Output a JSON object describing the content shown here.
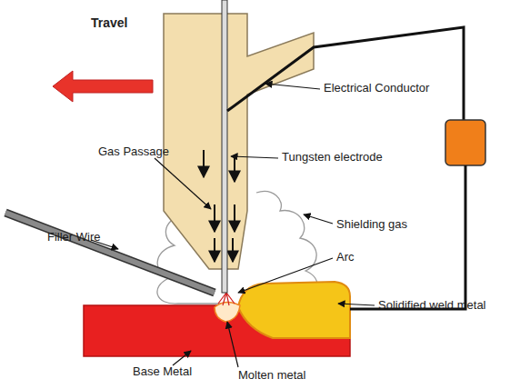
{
  "diagram": {
    "labels": [
      "Travel",
      "Electrical Conductor",
      "Tungsten electrode",
      "Gas Passage",
      "Shielding gas",
      "Filler Wire",
      "Arc",
      "Solidified weld metal",
      "Base Metal",
      "Molten metal"
    ]
  }
}
